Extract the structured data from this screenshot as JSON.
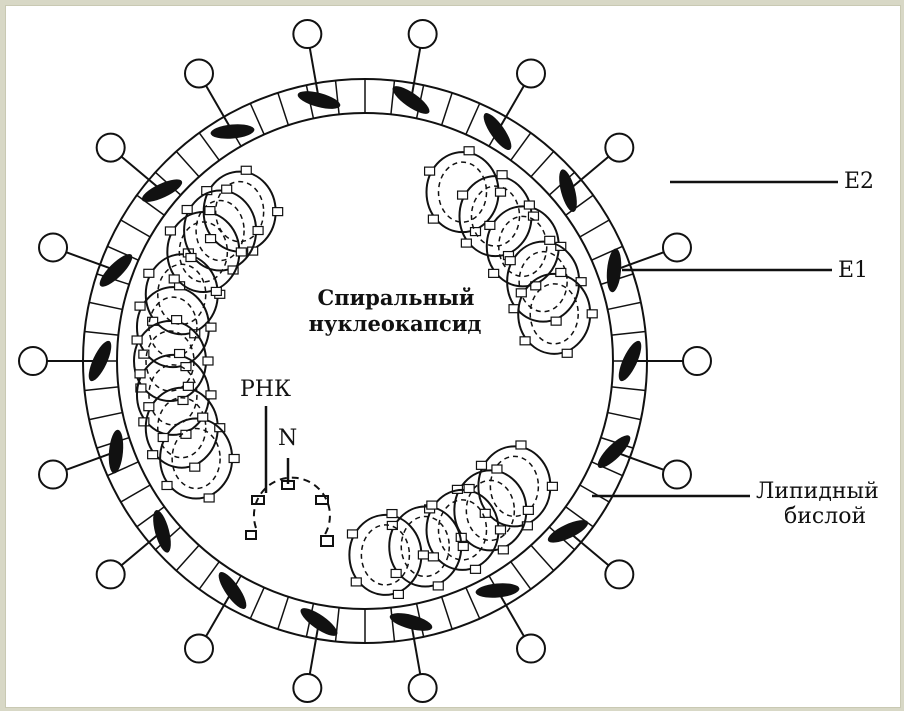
{
  "labels": {
    "e2": "E2",
    "e1": "E1",
    "nucleocapsid_line1": "Спиральный",
    "nucleocapsid_line2": "нуклеокапсид",
    "rna": "РНК",
    "n": "N",
    "bilayer_line1": "Липидный",
    "bilayer_line2": "бислой"
  },
  "colors": {
    "ink": "#111111",
    "frame": "#d8d8c6",
    "background": "#ffffff"
  }
}
